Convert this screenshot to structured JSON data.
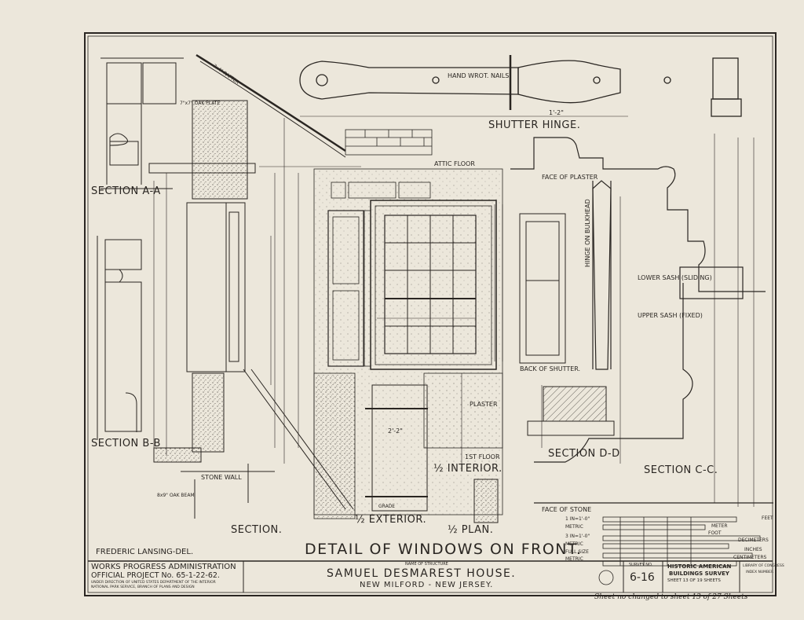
{
  "drawing": {
    "main_title": "DETAIL OF WINDOWS ON FRONT.",
    "delineator": "FREDERIC LANSING-DEL.",
    "labels": {
      "section_aa": "SECTION A-A",
      "section_bb": "SECTION B-B",
      "section_cc": "SECTION C-C.",
      "section_dd": "SECTION D-D",
      "section": "SECTION.",
      "shutter_hinge": "SHUTTER HINGE.",
      "hand_wrot_nails": "HAND WROT. NAILS",
      "attic_floor": "ATTIC FLOOR",
      "face_of_plaster": "FACE OF PLASTER",
      "oak_plate": "7\"x7\" OAK PLATE",
      "rafter": "3x4\" RAFTER",
      "stone_wall": "STONE WALL",
      "beam": "8x9\" OAK BEAM",
      "lower_sash": "LOWER SASH (SLIDING)",
      "upper_sash": "UPPER SASH (FIXED)",
      "hinge_on_bulkhead": "HINGE ON BULKHEAD",
      "back_of_shutter": "BACK OF SHUTTER.",
      "plaster": "PLASTER",
      "first_floor": "1ST FLOOR",
      "half_interior": "½ INTERIOR.",
      "half_exterior": "½ EXTERIOR.",
      "half_plan": "½ PLAN.",
      "grade": "GRADE",
      "face_of_stone": "FACE OF STONE",
      "dim_1_2": "1'-2\"",
      "dim_2_2": "2'-2\""
    },
    "scales": {
      "s1": "1 IN=1'-0\"",
      "s1m": "METRIC",
      "s3": "3 IN=1'-0\"",
      "s3m": "METRIC",
      "full": "FULL SIZE",
      "fullm": "METRIC",
      "meter": "METER",
      "feet": "FEET",
      "foot": "FOOT",
      "decimeters": "DECIMETERS",
      "inches": "INCHES",
      "centimeters": "CENTIMETERS"
    }
  },
  "title_block": {
    "agency": "WORKS PROGRESS ADMINISTRATION",
    "project": "OFFICIAL PROJECT No. 65-1-22-62.",
    "direction1": "UNDER DIRECTION OF UNITED STATES DEPARTMENT OF THE INTERIOR",
    "direction2": "NATIONAL PARK SERVICE, BRANCH OF PLANS AND DESIGN",
    "name_label": "NAME OF STRUCTURE",
    "structure_name": "SAMUEL DESMAREST HOUSE.",
    "location": "NEW MILFORD - NEW JERSEY.",
    "survey_label": "SURVEY NO.",
    "survey_no": "6-16",
    "habs1": "HISTORIC AMERICAN",
    "habs2": "BUILDINGS SURVEY",
    "sheet": "SHEET 13 OF 19 SHEETS",
    "library": "LIBRARY OF CONGRESS",
    "number_note": "INDEX NUMBER"
  },
  "handwritten_note": "Sheet no changed to sheet 13 of 27 Sheets"
}
